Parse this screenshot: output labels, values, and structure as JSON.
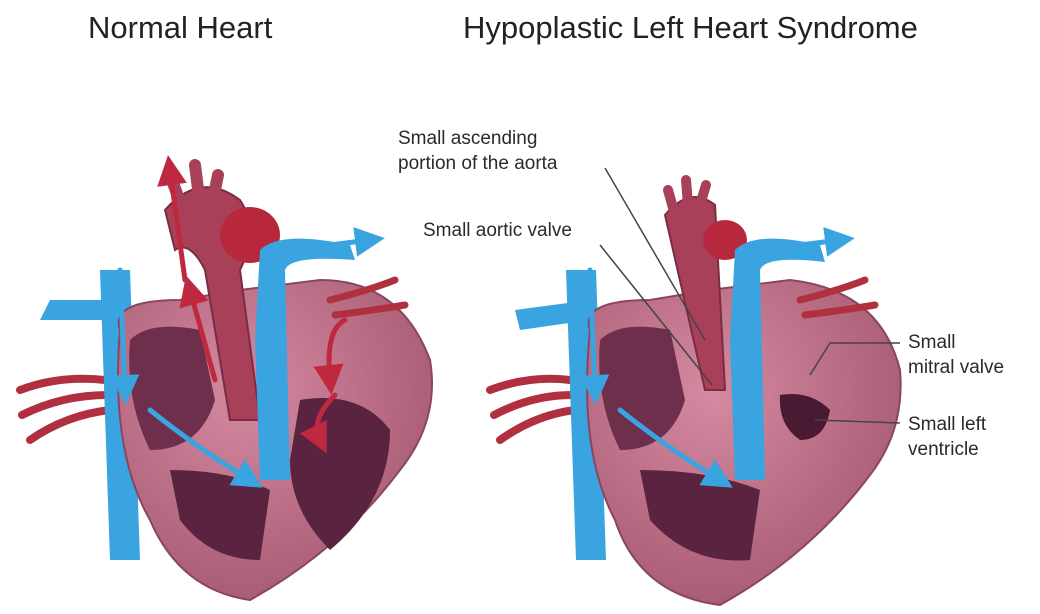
{
  "titles": {
    "normal": "Normal Heart",
    "hlhs": "Hypoplastic Left Heart Syndrome"
  },
  "labels": {
    "ascending_aorta_1": "Small ascending",
    "ascending_aorta_2": "portion of the aorta",
    "aortic_valve": "Small aortic valve",
    "mitral_valve_1": "Small",
    "mitral_valve_2": "mitral valve",
    "left_ventricle_1": "Small left",
    "left_ventricle_2": "ventricle"
  },
  "colors": {
    "muscle": "#b96b82",
    "muscle_dark": "#8a4560",
    "chamber": "#6e2f4c",
    "chamber_deep": "#4a1a33",
    "oxygenated": "#c0283f",
    "deoxygenated": "#3aa4e0",
    "label_line": "#444444"
  }
}
